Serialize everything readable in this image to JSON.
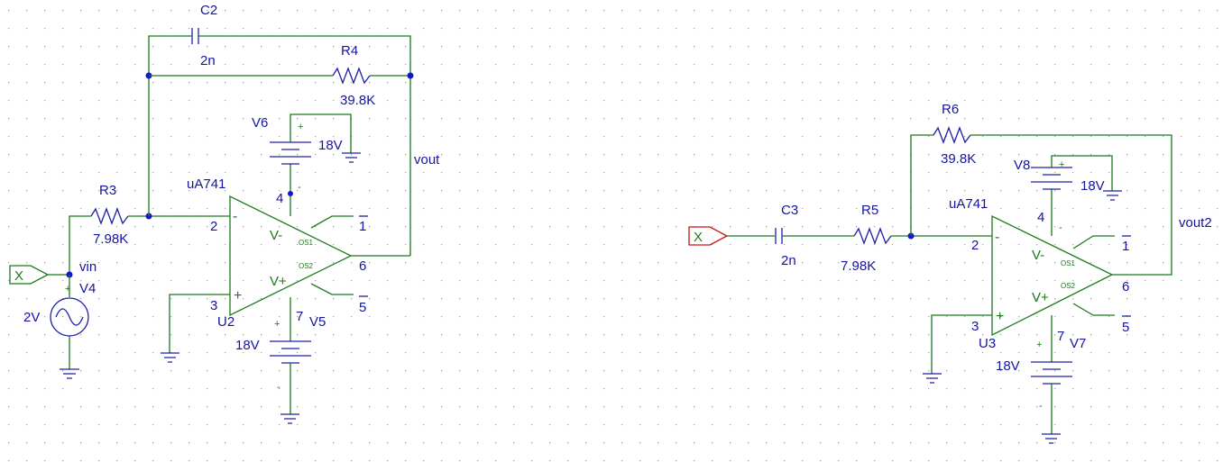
{
  "circuit1": {
    "c2": {
      "name": "C2",
      "value": "2n"
    },
    "r4": {
      "name": "R4",
      "value": "39.8K"
    },
    "r3": {
      "name": "R3",
      "value": "7.98K"
    },
    "v6": {
      "name": "V6",
      "value": "18V",
      "plus": "+",
      "minus": "-"
    },
    "v5": {
      "name": "V5",
      "value": "18V",
      "plus": "+",
      "minus": "-"
    },
    "v4": {
      "name": "V4",
      "value": "2V",
      "plus": "+"
    },
    "opamp": {
      "model": "uA741",
      "ref": "U2",
      "inv": "-",
      "noninv": "+",
      "vminus": "V-",
      "vplus": "V+",
      "os1": "OS1",
      "os2": "OS2"
    },
    "pins": {
      "p2": "2",
      "p3": "3",
      "p4": "4",
      "p6": "6",
      "p7": "7",
      "p1": "1",
      "p5": "5"
    },
    "net_vin": "vin",
    "net_vout": "vout",
    "port": "X"
  },
  "circuit2": {
    "c3": {
      "name": "C3",
      "value": "2n"
    },
    "r5": {
      "name": "R5",
      "value": "7.98K"
    },
    "r6": {
      "name": "R6",
      "value": "39.8K"
    },
    "v8": {
      "name": "V8",
      "value": "18V",
      "plus": "+",
      "minus": "-"
    },
    "v7": {
      "name": "V7",
      "value": "18V",
      "plus": "+",
      "minus": "-"
    },
    "opamp": {
      "model": "uA741",
      "ref": "U3",
      "inv": "-",
      "noninv": "+",
      "vminus": "V-",
      "vplus": "V+",
      "os1": "OS1",
      "os2": "OS2"
    },
    "pins": {
      "p2": "2",
      "p3": "3",
      "p4": "4",
      "p6": "6",
      "p7": "7",
      "p1": "1",
      "p5": "5"
    },
    "net_vout": "vout2",
    "port": "X"
  },
  "colors": {
    "wire": "#1b7a1b",
    "part": "#1e1ea8",
    "label": "#1414a0",
    "port_in": "#cc1111",
    "grid_dot": "#9a9a9a"
  }
}
